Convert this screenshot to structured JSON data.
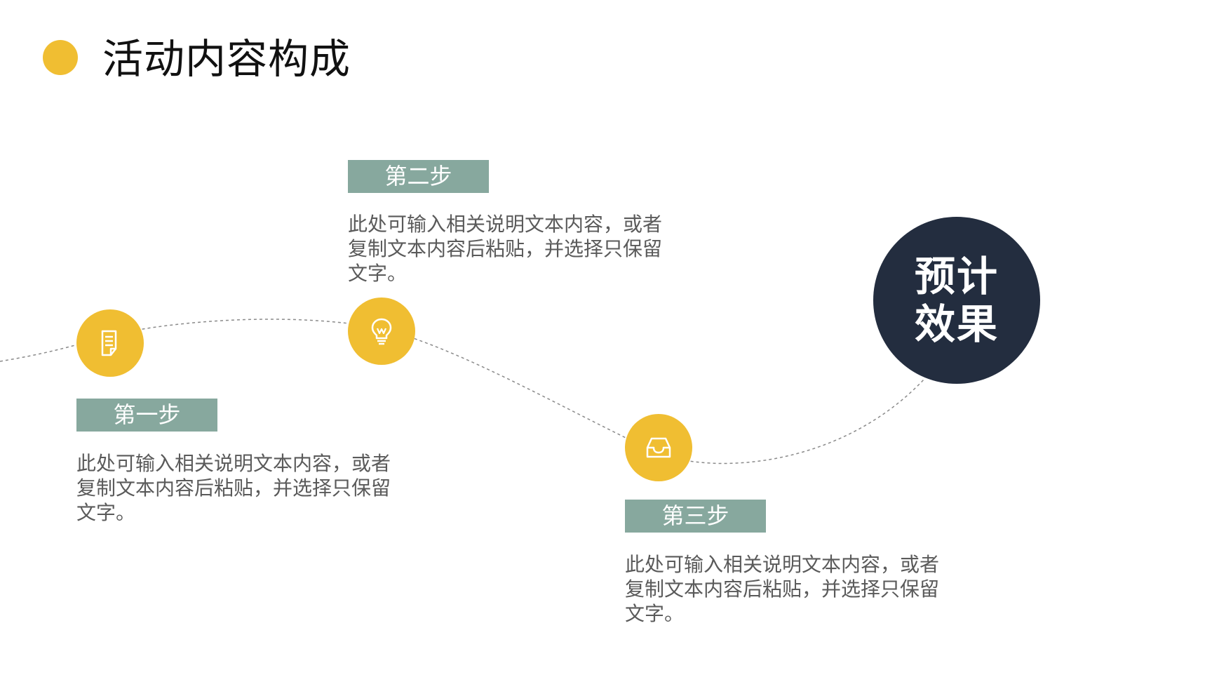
{
  "title": {
    "text": "活动内容构成",
    "dot_color": "#F0BE32"
  },
  "colors": {
    "accent": "#F0BE32",
    "label_bg": "#87A89E",
    "result_bg": "#232D3F",
    "path": "#8a8a8a"
  },
  "steps": [
    {
      "label": "第一步",
      "icon": "document-icon",
      "desc": "此处可输入相关说明文本内容，或者复制文本内容后粘贴，并选择只保留文字。"
    },
    {
      "label": "第二步",
      "icon": "lightbulb-icon",
      "desc": "此处可输入相关说明文本内容，或者复制文本内容后粘贴，并选择只保留文字。"
    },
    {
      "label": "第三步",
      "icon": "inbox-tray-icon",
      "desc": "此处可输入相关说明文本内容，或者复制文本内容后粘贴，并选择只保留文字。"
    }
  ],
  "result": {
    "line1": "预计",
    "line2": "效果"
  }
}
